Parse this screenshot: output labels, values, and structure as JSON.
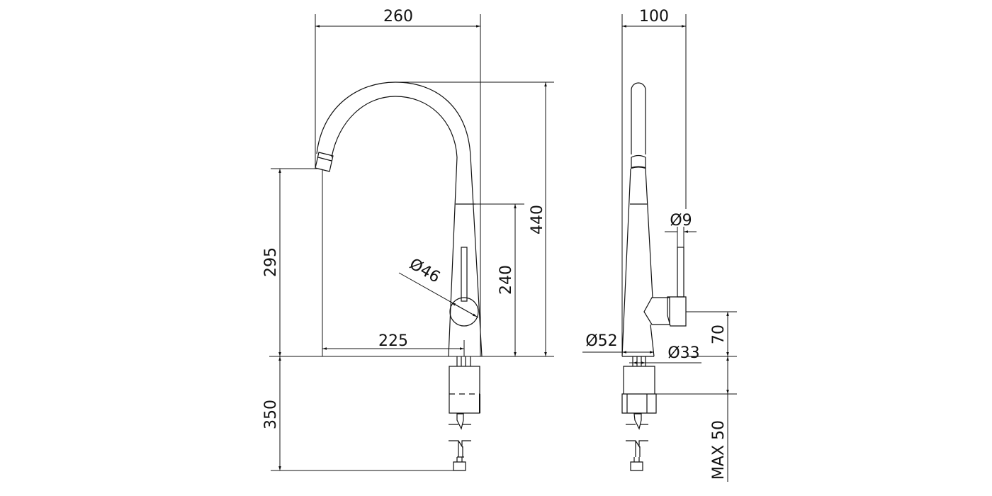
{
  "drawing": {
    "front_view": {
      "overall_width": "260",
      "overall_height": "440",
      "spout_height": "295",
      "body_height": "240",
      "spout_reach": "225",
      "handle_diameter": "Ø46",
      "hose_length": "350"
    },
    "side_view": {
      "overall_depth": "100",
      "lever_diameter": "Ø9",
      "base_diameter": "Ø52",
      "shank_diameter": "Ø33",
      "handle_height": "70",
      "max_deck_thickness": "MAX 50"
    },
    "colors": {
      "line": "#111111",
      "background": "#ffffff"
    }
  }
}
